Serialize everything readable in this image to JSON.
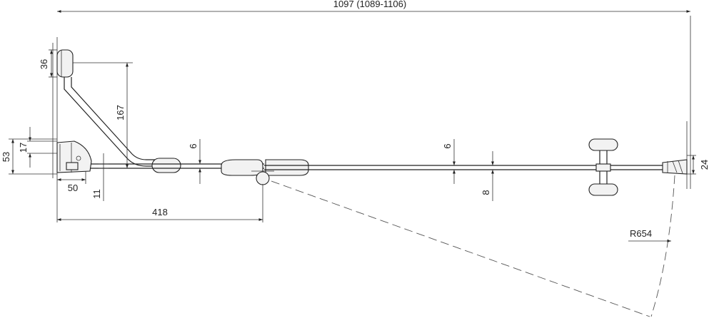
{
  "dimensions": {
    "overall_width": "1097 (1089-1106)",
    "support_height": "36",
    "arm_length": "167",
    "glass_6_left": "6",
    "glass_6_right": "6",
    "profile_17": "17",
    "profile_53": "53",
    "offset_50": "50",
    "offset_11": "11",
    "hinge_distance": "418",
    "gap_8": "8",
    "wall_profile_24": "24",
    "door_radius": "R654"
  }
}
